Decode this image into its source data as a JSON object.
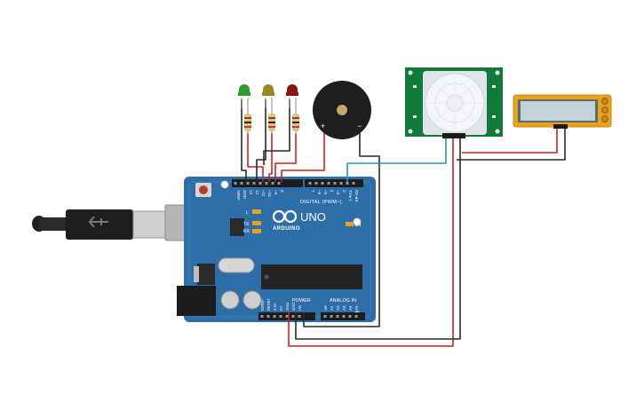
{
  "board": {
    "brand": "ARDUINO",
    "model": "UNO",
    "digital_header_label": "DIGITAL (PWM~)",
    "power_header_label": "POWER",
    "analog_header_label": "ANALOG IN",
    "indicator_l": "L",
    "indicator_tx": "TX",
    "indicator_rx": "RX",
    "indicator_on": "ON",
    "digital_pins": [
      "AREF",
      "GND",
      "13",
      "12",
      "~11",
      "~10",
      "~9",
      "8",
      "7",
      "~6",
      "~5",
      "4",
      "~3",
      "2",
      "TX►1",
      "RX◄0"
    ],
    "power_pins": [
      "IOREF",
      "RESET",
      "3.3V",
      "5V",
      "GND",
      "GND",
      "Vin"
    ],
    "analog_pins": [
      "A0",
      "A1",
      "A2",
      "A3",
      "A4",
      "A5"
    ],
    "color": "#2e6ea8"
  },
  "leds": [
    {
      "name": "green",
      "color": "#2c9c2c"
    },
    {
      "name": "yellow",
      "color": "#9a8a1e"
    },
    {
      "name": "red",
      "color": "#8c1414"
    }
  ],
  "buzzer": {
    "plus_label": "+",
    "minus_label": "−"
  },
  "pir_sensor": {
    "color": "#127a3a"
  },
  "lcd": {
    "color": "#e9a31a"
  },
  "wire_colors": {
    "red": "#d21f1f",
    "black": "#2a2a2a",
    "blue": "#2d8fd1"
  }
}
